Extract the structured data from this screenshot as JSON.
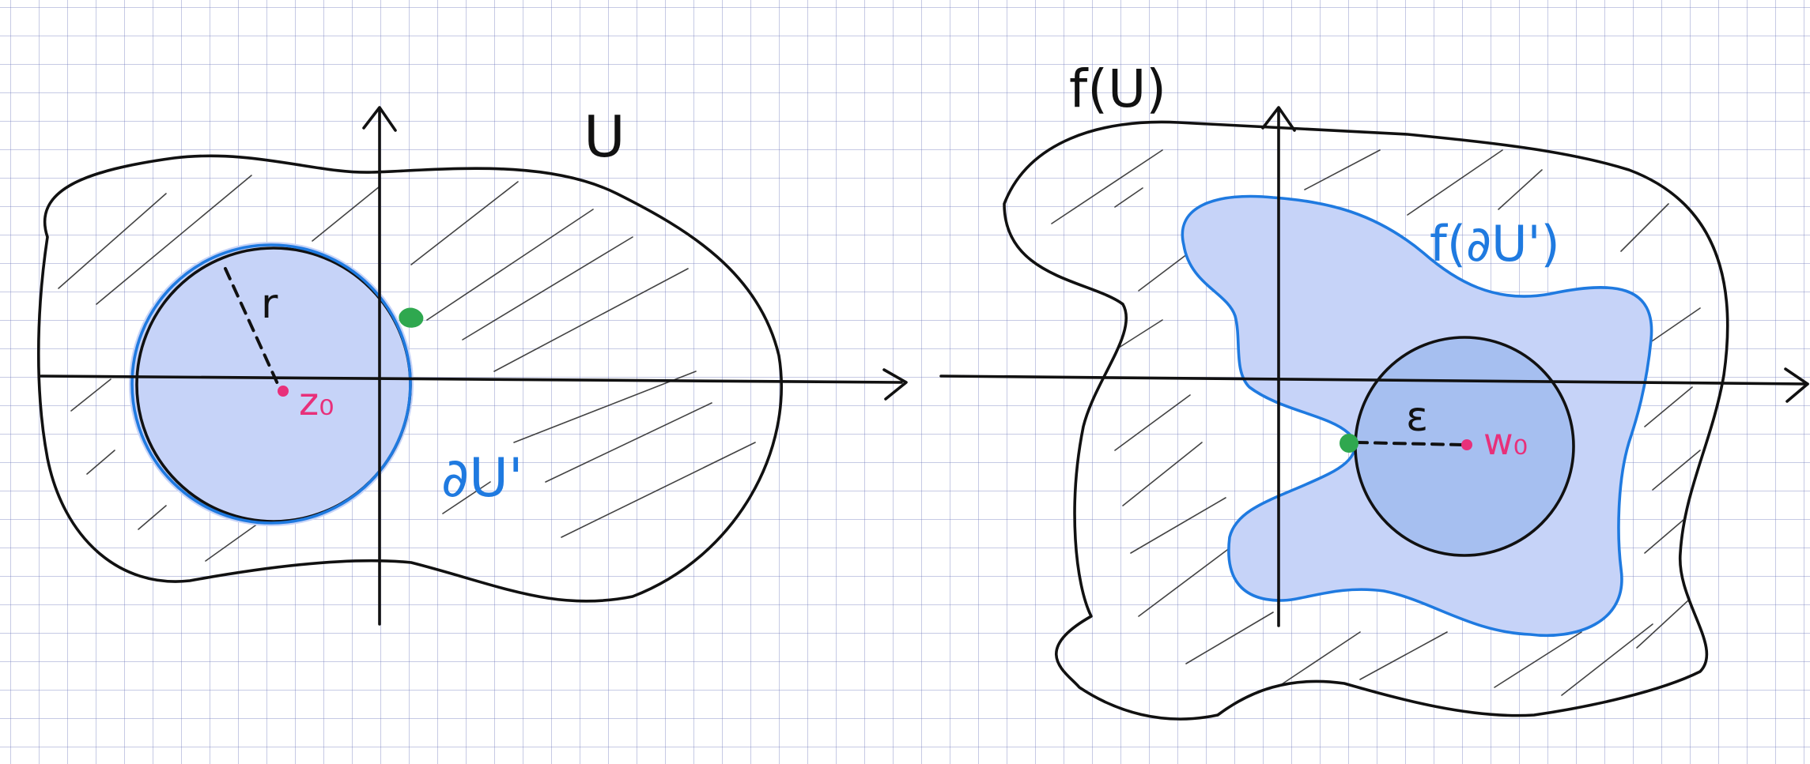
{
  "colors": {
    "ink": "#111111",
    "blue": "#1f7ae0",
    "blue_fill": "#c6d3f8",
    "deep_fill": "#a6bff0",
    "pink": "#e8307a",
    "green": "#2fa84f"
  },
  "left": {
    "set_label": "U",
    "radius_label": "r",
    "center_label": "z₀",
    "boundary_label": "∂U'"
  },
  "right": {
    "image_label": "f(U)",
    "boundary_image_label": "f(∂U')",
    "epsilon_label": "ε",
    "center_label": "w₀"
  }
}
